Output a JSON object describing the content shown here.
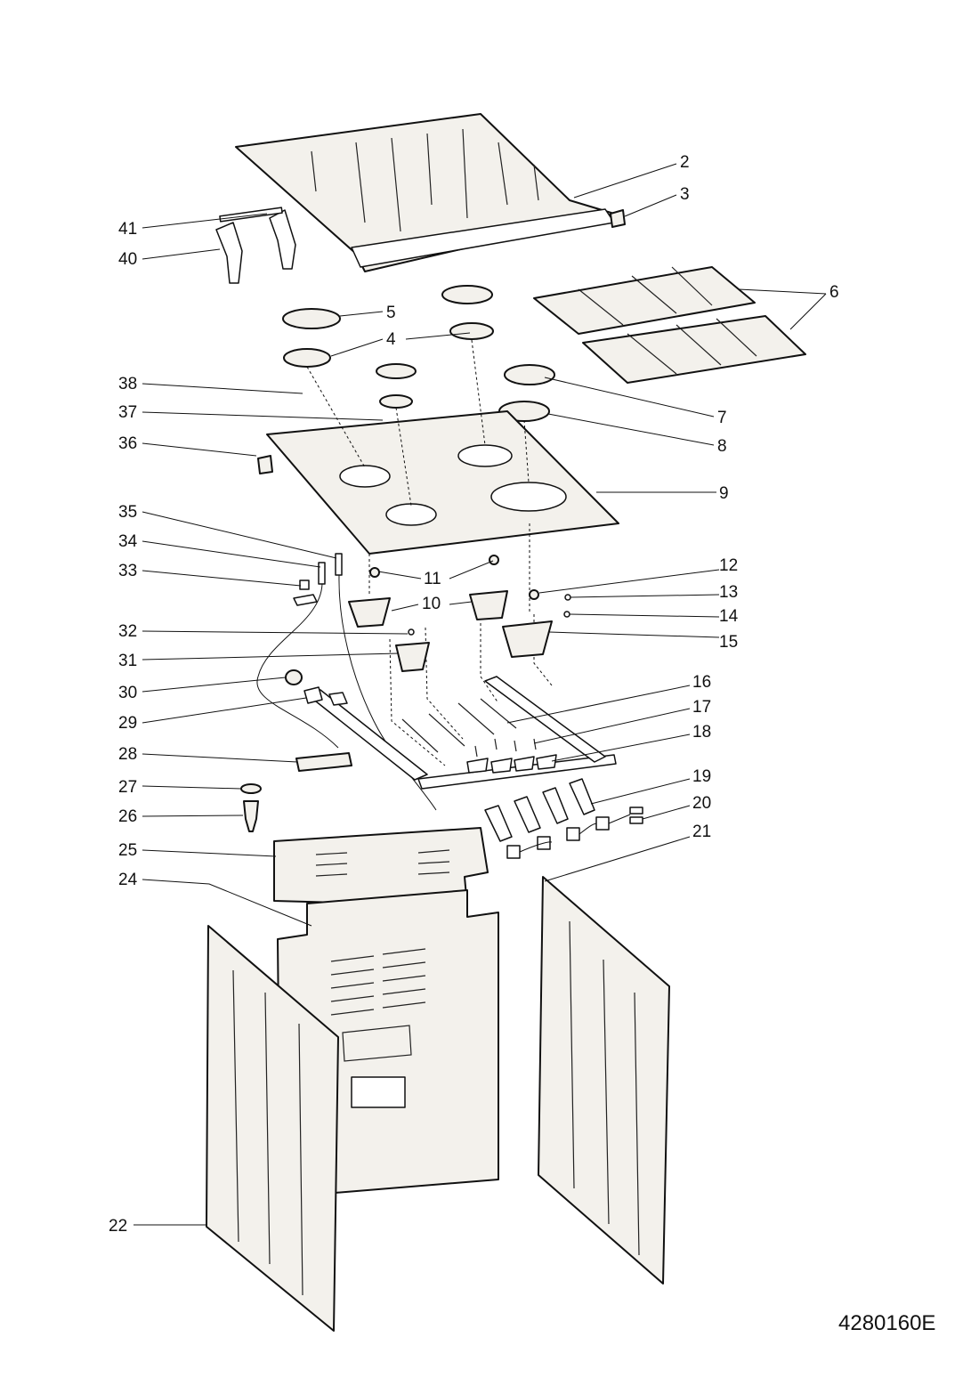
{
  "drawing_code": "4280160E",
  "callouts": [
    "2",
    "3",
    "4",
    "5",
    "6",
    "7",
    "8",
    "9",
    "10",
    "11",
    "12",
    "13",
    "14",
    "15",
    "16",
    "17",
    "18",
    "19",
    "20",
    "21",
    "22",
    "24",
    "25",
    "26",
    "27",
    "28",
    "29",
    "30",
    "31",
    "32",
    "33",
    "34",
    "35",
    "36",
    "37",
    "38",
    "40",
    "41"
  ]
}
